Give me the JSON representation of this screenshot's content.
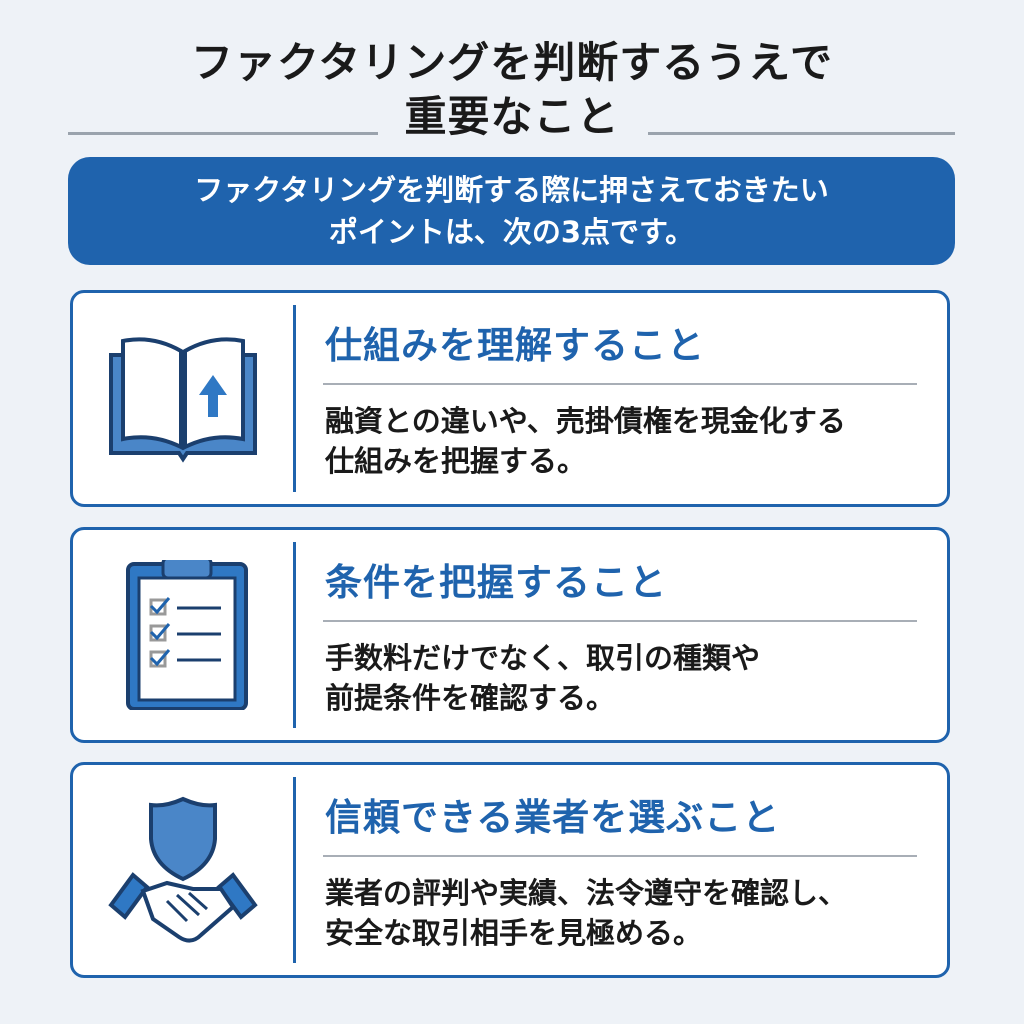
{
  "title": {
    "line1": "ファクタリングを判断するうえで",
    "line2": "重要なこと"
  },
  "banner": {
    "line1": "ファクタリングを判断する際に押さえておきたい",
    "line2": "ポイントは、次の3点です。"
  },
  "cards": [
    {
      "icon": "book-arrow-up-icon",
      "heading": "仕組みを理解すること",
      "line1": "融資との違いや、売掛債権を現金化する",
      "line2": "仕組みを把握する。"
    },
    {
      "icon": "clipboard-checklist-icon",
      "heading": "条件を把握すること",
      "line1": "手数料だけでなく、取引の種類や",
      "line2": "前提条件を確認する。"
    },
    {
      "icon": "shield-handshake-icon",
      "heading": "信頼できる業者を選ぶこと",
      "line1": "業者の評判や実績、法令遵守を確認し、",
      "line2": "安全な取引相手を見極める。"
    }
  ],
  "colors": {
    "accent": "#1f63ad",
    "background": "#eef2f7",
    "text": "#1a1a1a"
  }
}
